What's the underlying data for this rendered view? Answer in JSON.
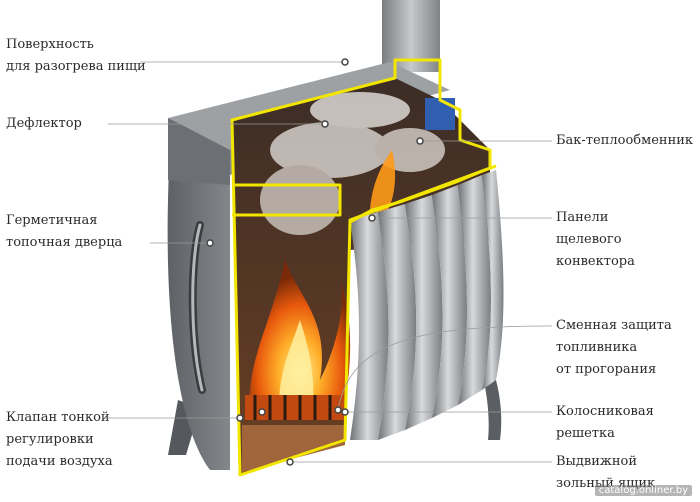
{
  "labels_left": [
    {
      "id": "surface",
      "lines": [
        "Поверхность",
        "для разогрева пищи"
      ]
    },
    {
      "id": "deflector",
      "lines": [
        "Дефлектор"
      ]
    },
    {
      "id": "door",
      "lines": [
        "Герметичная",
        "топочная дверца"
      ]
    },
    {
      "id": "valve",
      "lines": [
        "Клапан тонкой",
        "регулировки",
        "подачи воздуха"
      ]
    }
  ],
  "labels_right": [
    {
      "id": "tank",
      "lines": [
        "Бак-теплообменник"
      ]
    },
    {
      "id": "panels",
      "lines": [
        "Панели",
        "щелевого",
        "конвектора"
      ]
    },
    {
      "id": "protection",
      "lines": [
        "Сменная защита",
        "топливника",
        "от прогорания"
      ]
    },
    {
      "id": "grate",
      "lines": [
        "Колосниковая",
        "решетка"
      ]
    },
    {
      "id": "ashbox",
      "lines": [
        "Выдвижной",
        "зольный ящик"
      ]
    }
  ],
  "watermark": "catalog.onliner.by",
  "colors": {
    "steel": "#8a8d90",
    "steel_dark": "#4d5054",
    "outline": "#f2e600",
    "fire": "#f07a12",
    "interior": "#5a3a2a"
  }
}
